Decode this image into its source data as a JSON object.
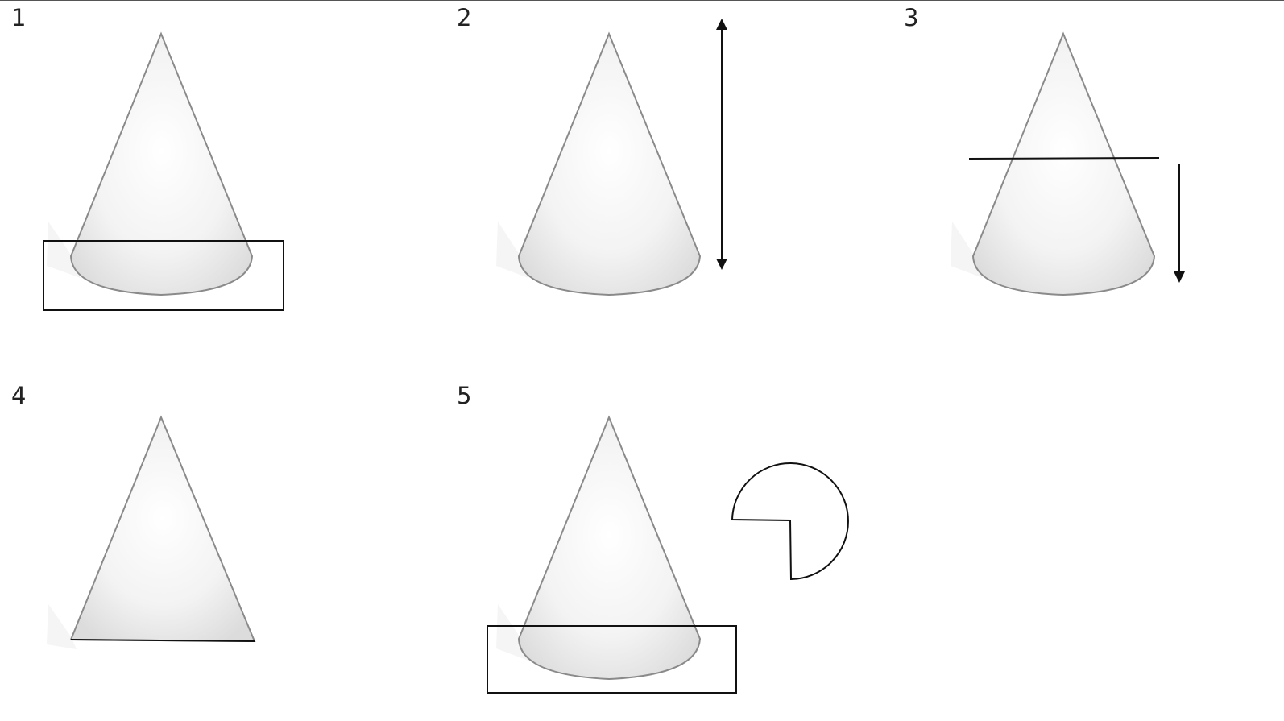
{
  "panels": [
    {
      "number": "1",
      "annotation": "base-highlight"
    },
    {
      "number": "2",
      "annotation": "height-double-arrow"
    },
    {
      "number": "3",
      "annotation": "horizontal-cut-with-down-arrow"
    },
    {
      "number": "4",
      "annotation": "triangle-flat-base"
    },
    {
      "number": "5",
      "annotation": "base-highlight-with-sector"
    }
  ],
  "colors": {
    "cone_outline": "#8a8a8a",
    "annotation": "#111111",
    "shading": "#d9d9d9",
    "background": "#ffffff"
  }
}
